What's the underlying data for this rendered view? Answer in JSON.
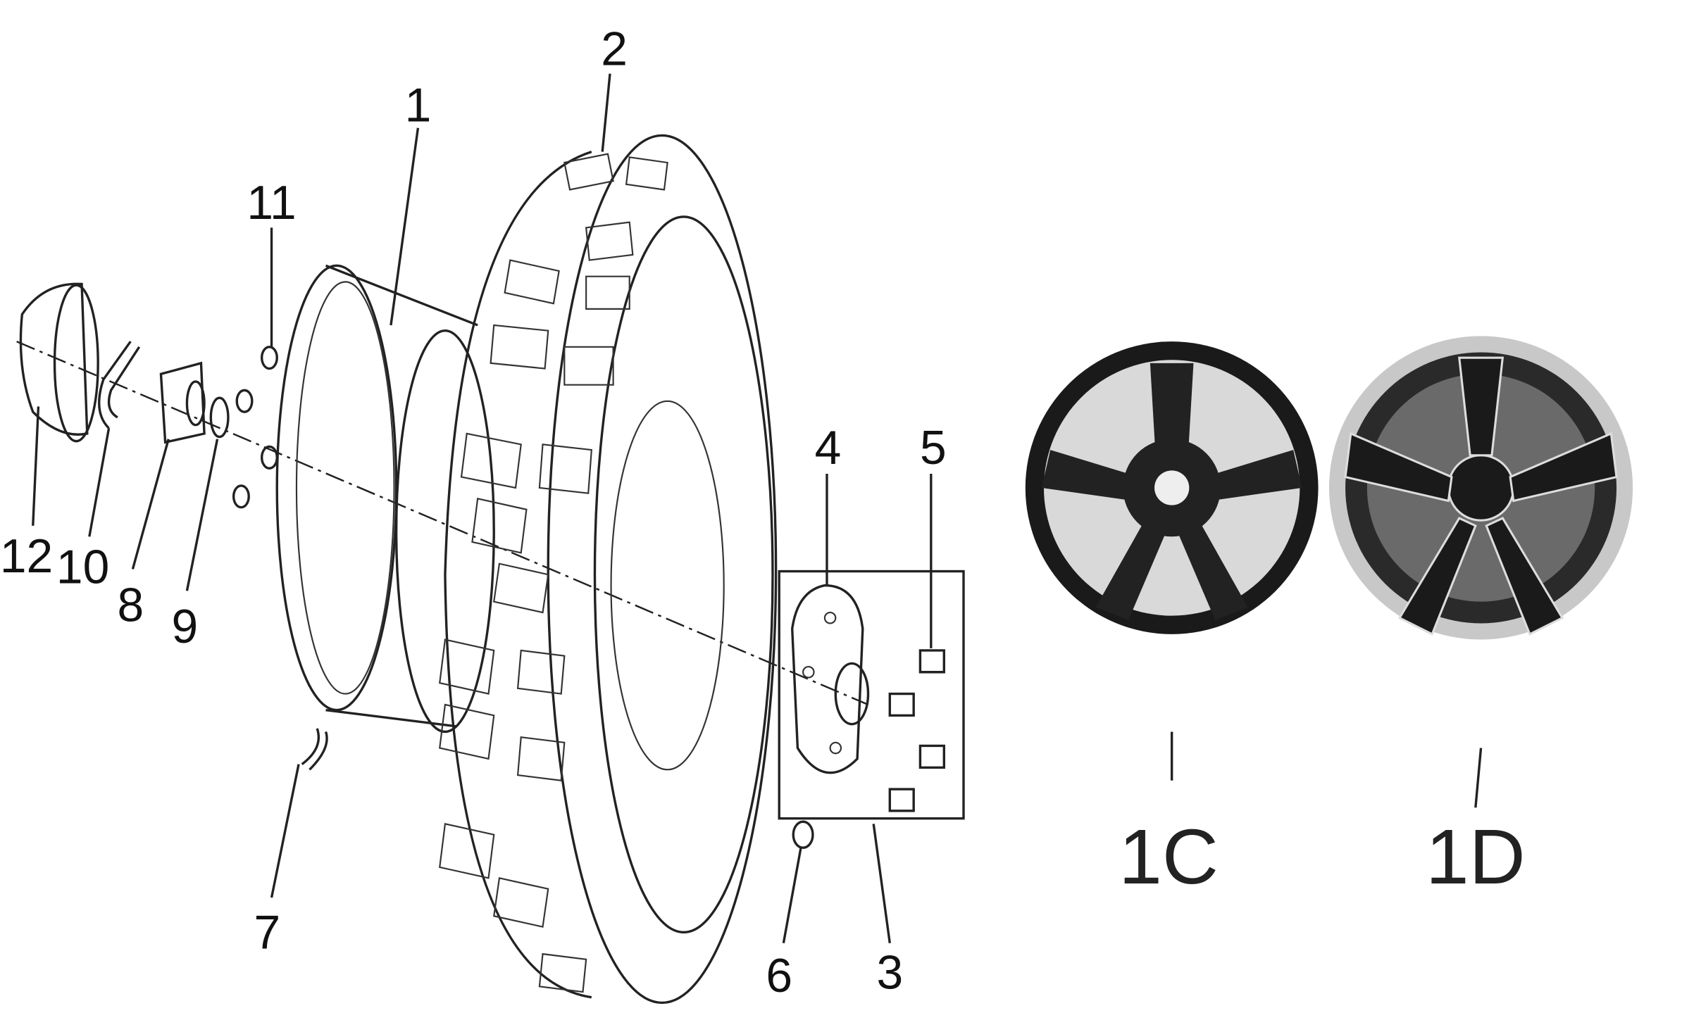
{
  "diagram": {
    "title": "Wheel assembly exploded view",
    "callouts": {
      "c1": "1",
      "c2": "2",
      "c3": "3",
      "c4": "4",
      "c5": "5",
      "c6": "6",
      "c7": "7",
      "c8": "8",
      "c9": "9",
      "c10": "10",
      "c11": "11",
      "c12": "12"
    },
    "variants": {
      "v1c": "1C",
      "v1d": "1D"
    },
    "colors": {
      "line": "#222222",
      "rim_black": "#1a1a1a",
      "rim_machined": "#c8c8c8"
    }
  }
}
